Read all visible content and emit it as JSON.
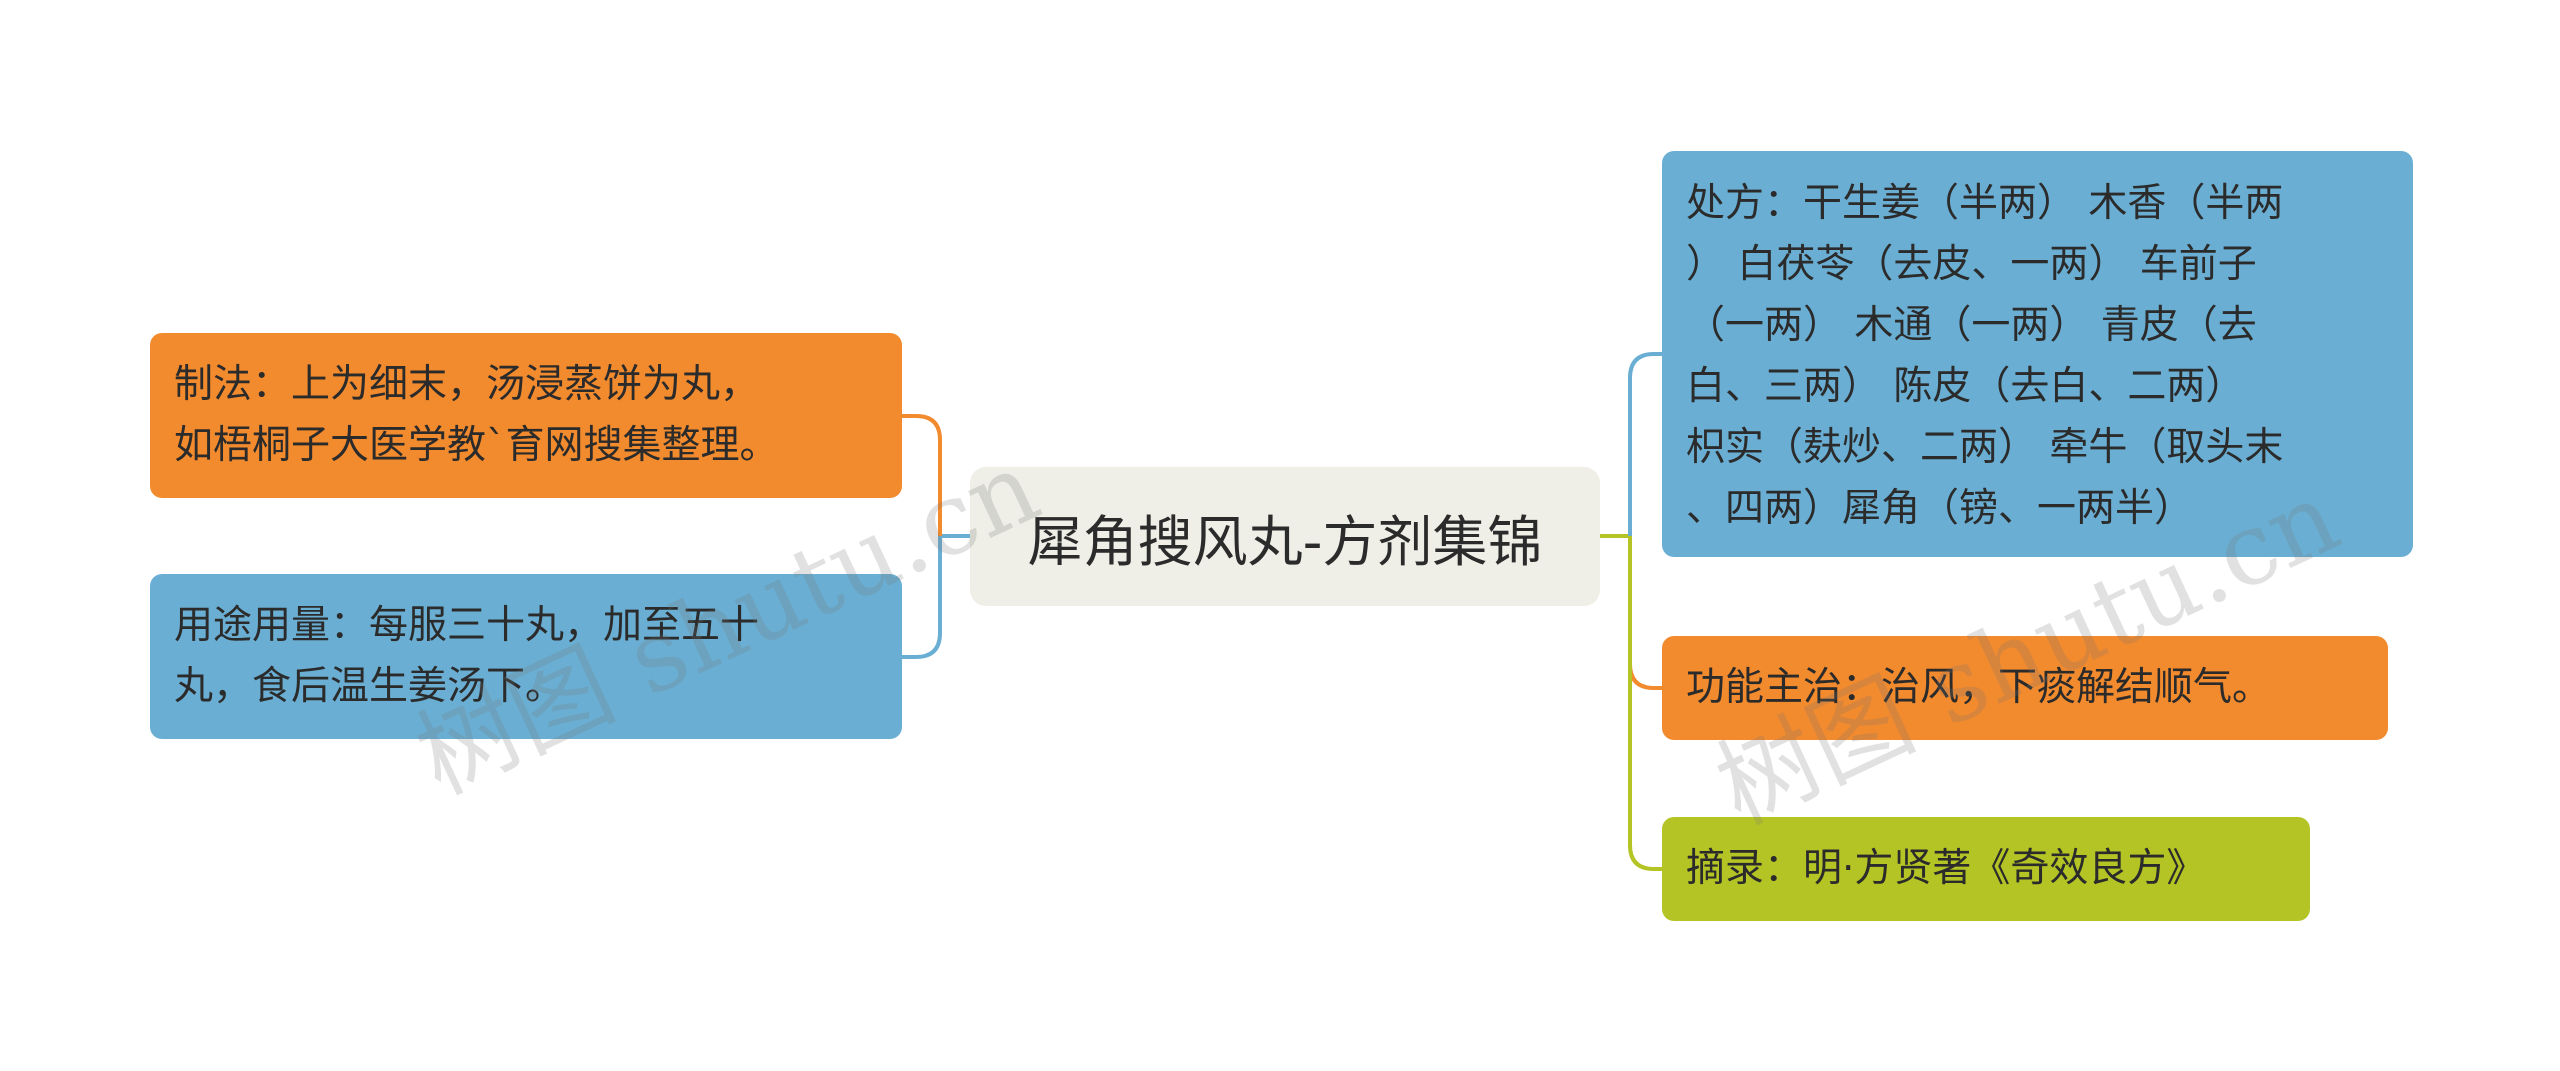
{
  "mindmap": {
    "center": {
      "text": "犀角搜风丸-方剂集锦"
    },
    "left_branches": [
      {
        "lines": [
          "制法：上为细末，汤浸蒸饼为丸，",
          "如梧桐子大医学教`育网搜集整理。"
        ],
        "color": "#f28a2e"
      },
      {
        "lines": [
          "用途用量：每服三十丸，加至五十",
          "丸，食后温生姜汤下。"
        ],
        "color": "#6aafd3"
      }
    ],
    "right_branches": [
      {
        "lines": [
          "处方：干生姜（半两） 木香（半两",
          "） 白茯苓（去皮、一两） 车前子",
          "（一两） 木通（一两） 青皮（去",
          "白、三两） 陈皮（去白、二两）",
          "枳实（麸炒、二两） 牵牛（取头末",
          "、四两）犀角（镑、一两半）"
        ],
        "color": "#6aafd3"
      },
      {
        "lines": [
          "功能主治：治风，下痰解结顺气。"
        ],
        "color": "#f28a2e"
      },
      {
        "lines": [
          "摘录：明·方贤著《奇效良方》"
        ],
        "color": "#b4c424"
      }
    ],
    "connector_colors": {
      "left_orange": "#f28a2e",
      "left_blue": "#6aafd3",
      "right_olive": "#b4c424",
      "right_blue": "#6aafd3",
      "right_orange": "#f28a2e"
    }
  },
  "watermark": {
    "text": "树图 shutu.cn"
  }
}
